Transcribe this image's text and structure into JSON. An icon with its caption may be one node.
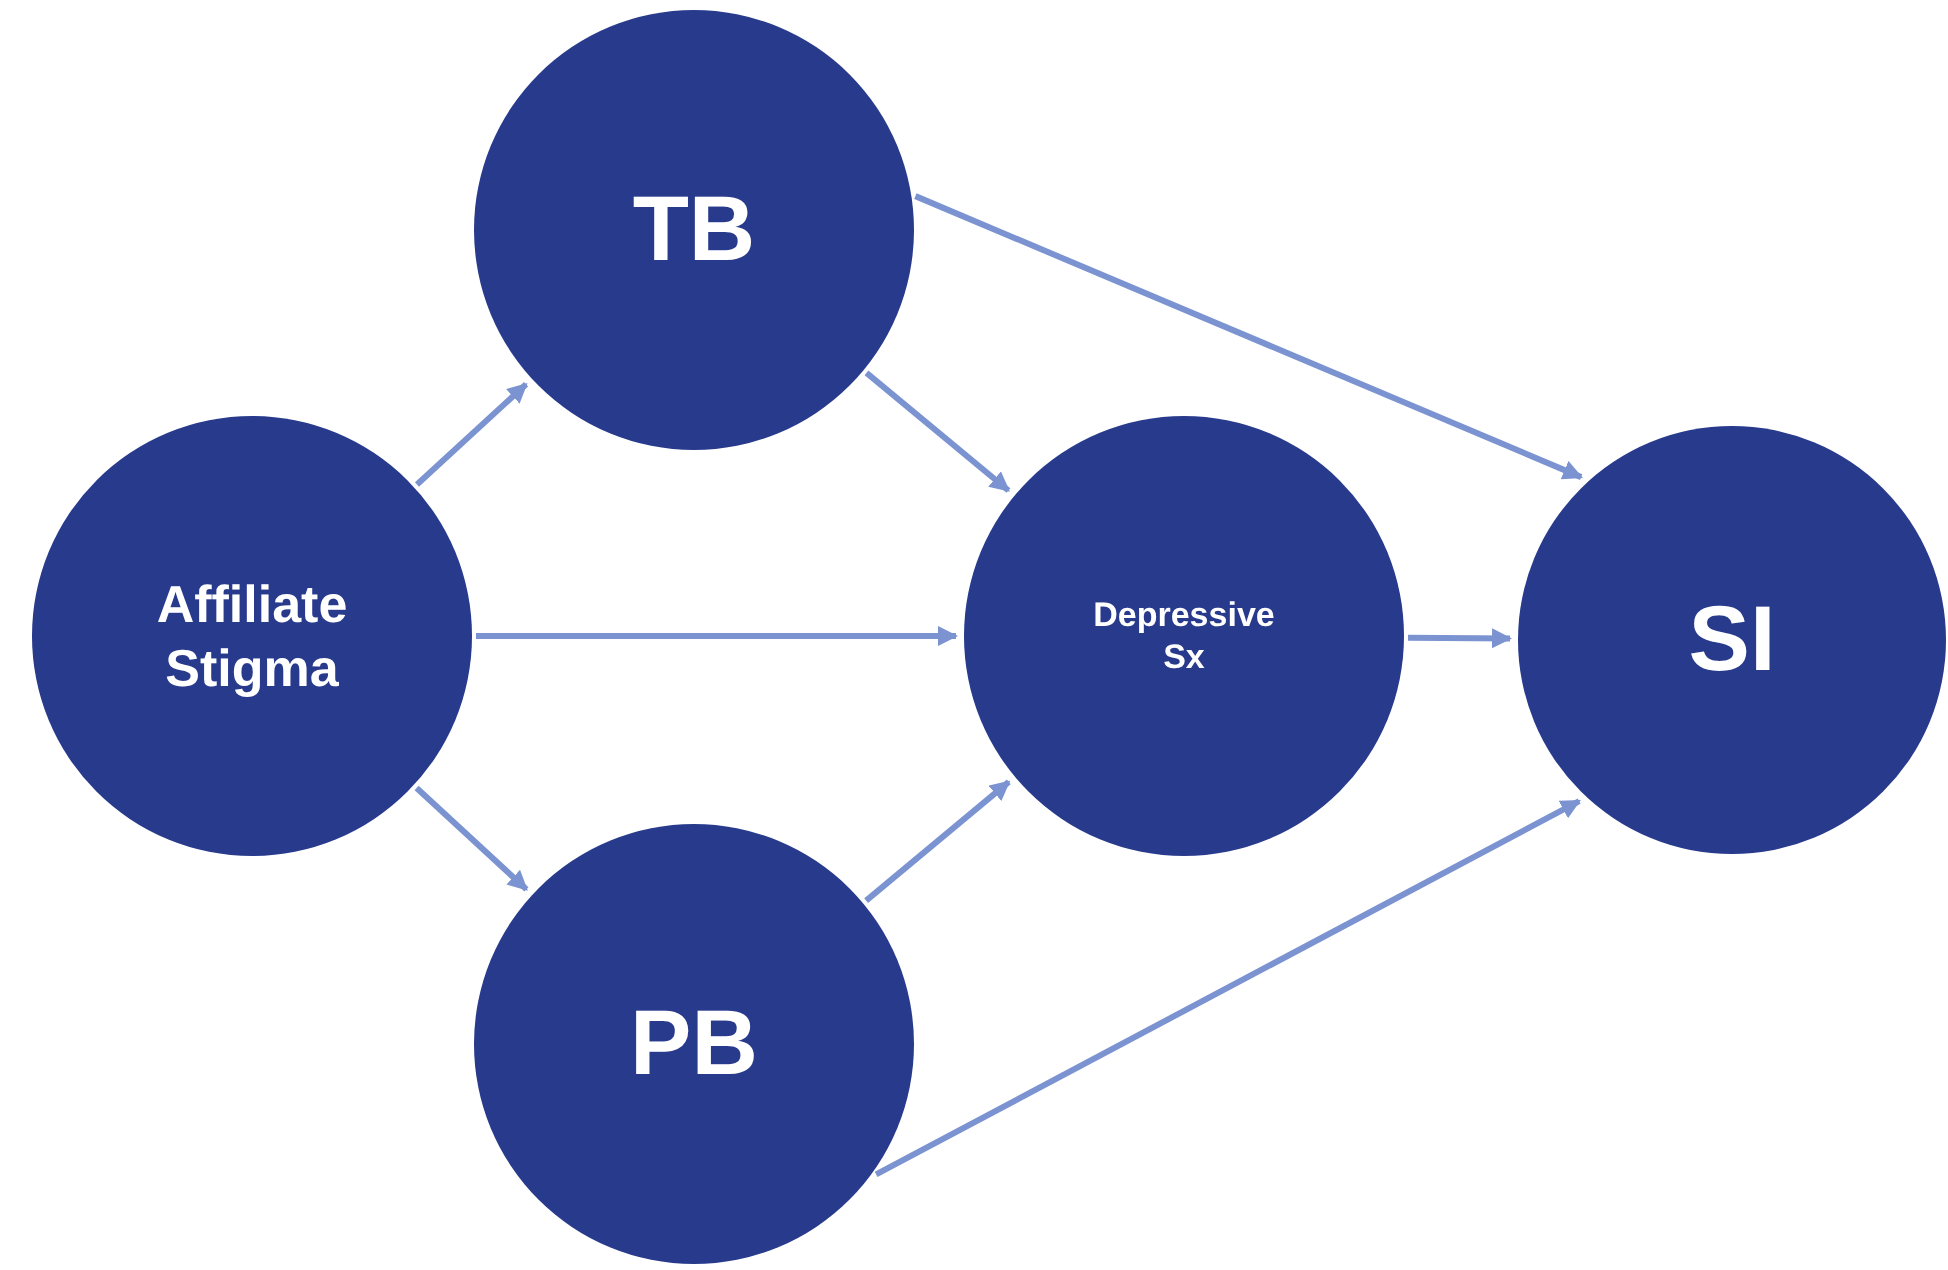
{
  "diagram": {
    "nodes": [
      {
        "text": [
          "Affiliate Stigma"
        ]
      },
      {
        "text": [
          "TB"
        ]
      },
      {
        "text": [
          "PB"
        ]
      },
      {
        "text": [
          "Depressive Sx"
        ]
      },
      {
        "text": [
          "SI"
        ]
      }
    ],
    "edges": [
      {
        "from": 0,
        "to": 1,
        "arrow": "to"
      },
      {
        "from": 0,
        "to": 3,
        "arrow": "to"
      },
      {
        "from": 0,
        "to": 2,
        "arrow": "to"
      },
      {
        "from": 1,
        "to": 3,
        "arrow": "to"
      },
      {
        "from": 1,
        "to": 4,
        "arrow": "to"
      },
      {
        "from": 2,
        "to": 3,
        "arrow": "to"
      },
      {
        "from": 2,
        "to": 4,
        "arrow": "to"
      },
      {
        "from": 3,
        "to": 4,
        "arrow": "to"
      }
    ]
  }
}
